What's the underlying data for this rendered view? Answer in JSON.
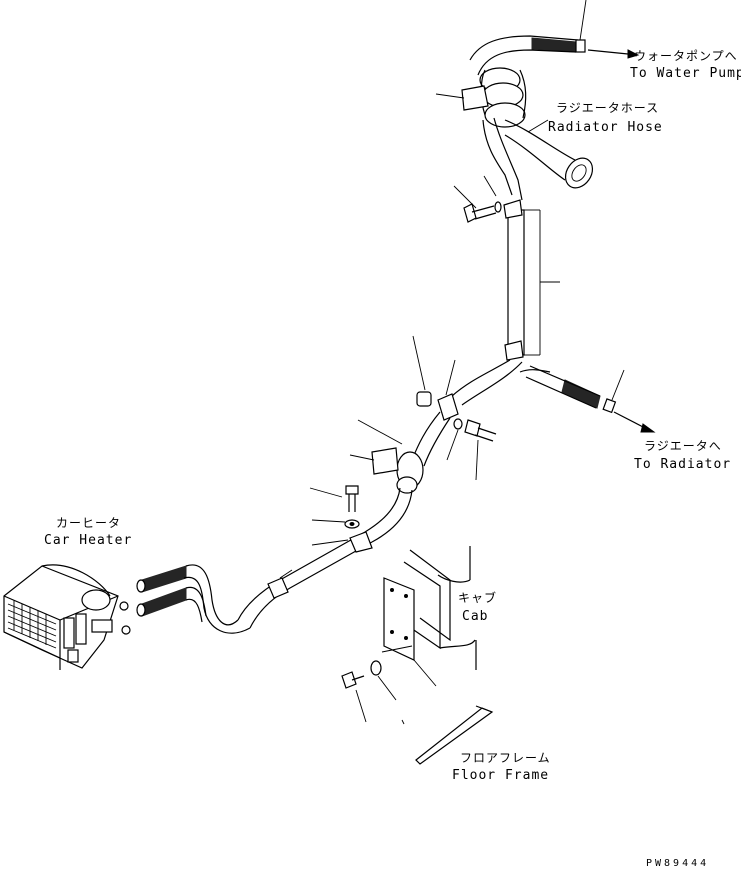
{
  "labels": {
    "water_pump_jp": "ウォータポンプへ",
    "water_pump_en": "To Water Pump",
    "radiator_hose_jp": "ラジエータホース",
    "radiator_hose_en": "Radiator Hose",
    "radiator_jp": "ラジエータへ",
    "radiator_en": "To Radiator",
    "car_heater_jp": "カーヒータ",
    "car_heater_en": "Car Heater",
    "cab_jp": "キャブ",
    "cab_en": "Cab",
    "floor_frame_jp": "フロアフレーム",
    "floor_frame_en": "Floor Frame"
  },
  "drawing_code": "PW89444",
  "colors": {
    "line": "#000000",
    "background": "#ffffff"
  }
}
